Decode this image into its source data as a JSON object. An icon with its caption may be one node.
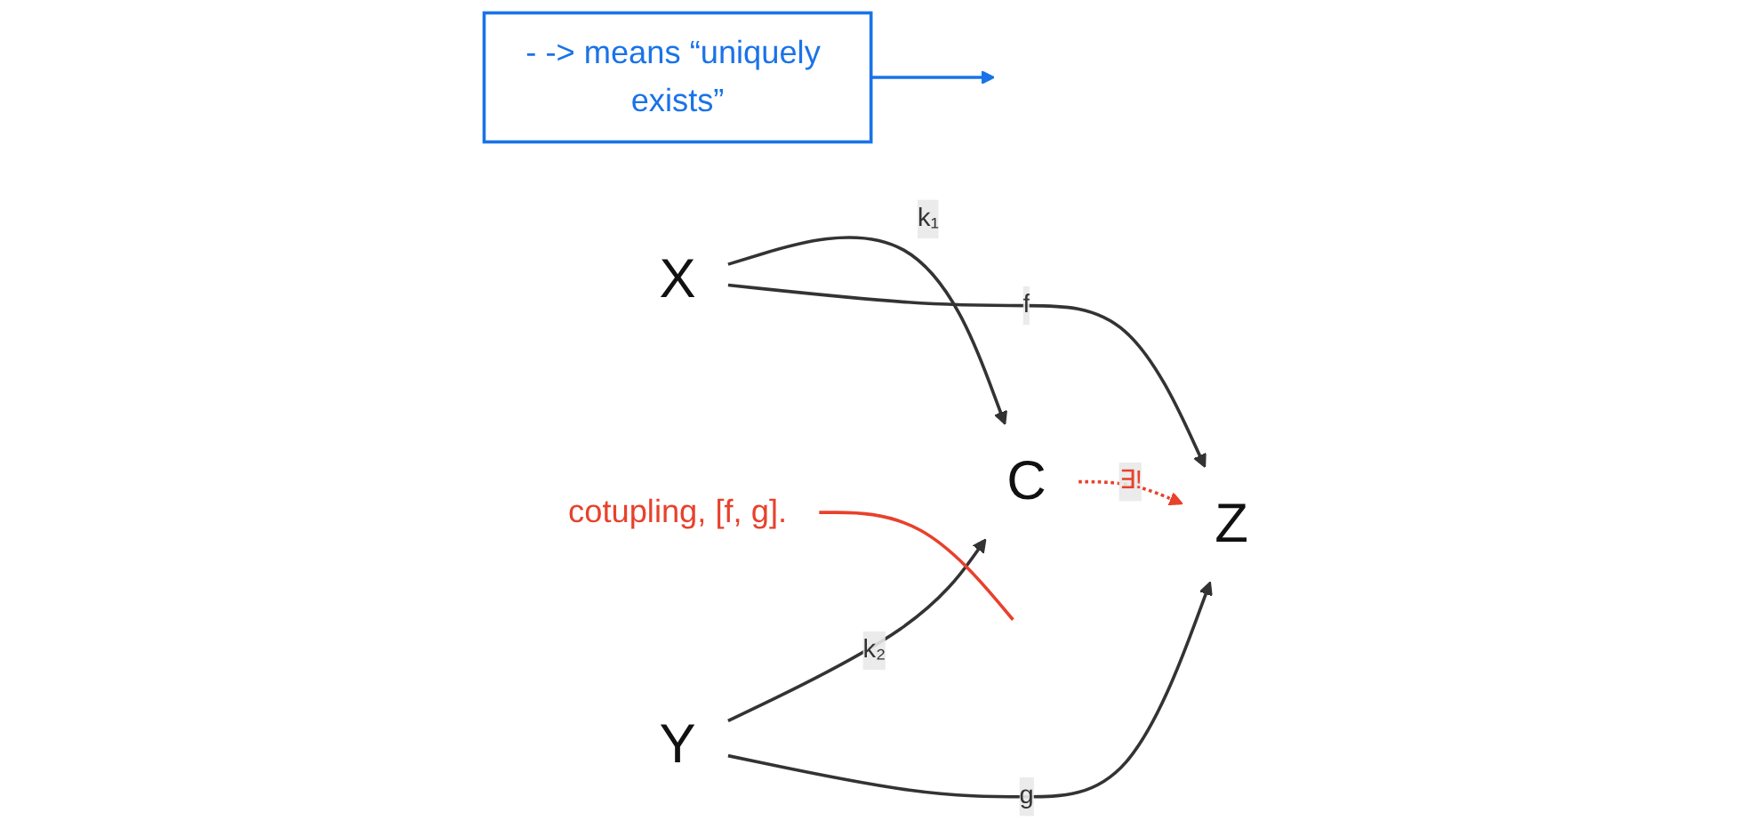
{
  "diagram": {
    "nodes": [
      {
        "text": [
          "C"
        ]
      },
      {
        "text": [
          "X"
        ]
      },
      {
        "text": [
          "Y"
        ]
      },
      {
        "text": [
          "Z"
        ]
      },
      {
        "text": [
          "- -> means “uniquely exists”"
        ]
      },
      {
        "text": [
          "cotupling, [f, g]."
        ]
      }
    ],
    "edges": [
      {
        "from": 1,
        "to": 0,
        "arrow": "to",
        "label": "k₁"
      },
      {
        "from": 2,
        "to": 0,
        "arrow": "to",
        "label": "k₂"
      },
      {
        "from": 1,
        "to": 3,
        "arrow": "to",
        "label": "f"
      },
      {
        "from": 2,
        "to": 3,
        "arrow": "to",
        "label": "g"
      },
      {
        "from": 0,
        "to": 3,
        "arrow": "to",
        "label": "∃!",
        "style": "dashed",
        "color": "#e8412c"
      },
      {
        "from": 4,
        "to": null,
        "arrow": "to",
        "color": "#1a73e8"
      },
      {
        "from": 5,
        "to": null,
        "arrow": "none",
        "color": "#e8412c"
      }
    ]
  }
}
